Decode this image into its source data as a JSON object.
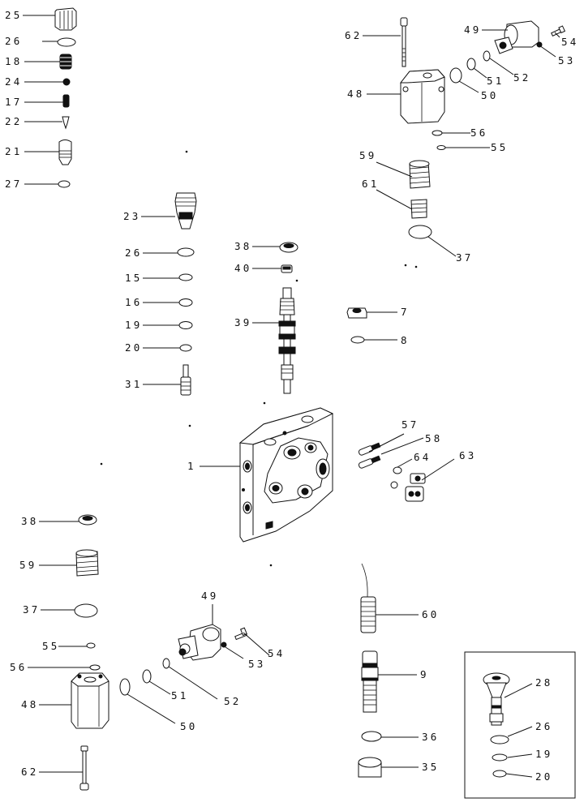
{
  "diagram": {
    "callouts": [
      "25",
      "26",
      "18",
      "24",
      "17",
      "22",
      "21",
      "27",
      "23",
      "26",
      "15",
      "16",
      "19",
      "20",
      "31",
      "38",
      "40",
      "39",
      "62",
      "49",
      "54",
      "53",
      "51",
      "52",
      "50",
      "48",
      "56",
      "55",
      "59",
      "61",
      "37",
      "7",
      "8",
      "57",
      "58",
      "64",
      "63",
      "1",
      "38",
      "59",
      "37",
      "55",
      "56",
      "48",
      "49",
      "54",
      "53",
      "51",
      "52",
      "50",
      "62",
      "60",
      "9",
      "36",
      "35",
      "28",
      "26",
      "19",
      "20"
    ]
  }
}
